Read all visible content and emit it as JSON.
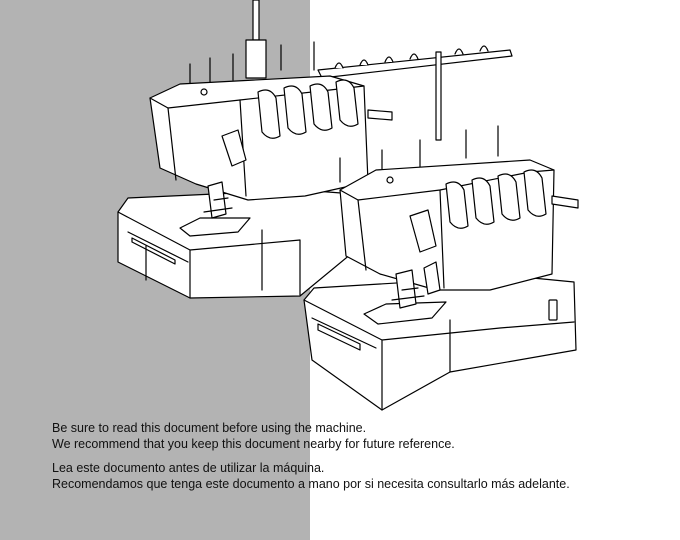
{
  "illustration": {
    "name": "sewing-machines-illustration",
    "machine_count": 2
  },
  "notice": {
    "english": [
      "Be sure to read this document before using the machine.",
      "We recommend that you keep this document nearby for future reference."
    ],
    "spanish": [
      "Lea este documento antes de utilizar la máquina.",
      "Recomendamos que tenga este documento a mano por si necesita consultarlo más adelante."
    ]
  },
  "colors": {
    "panel": "#b3b3b3",
    "background": "#ffffff",
    "line": "#000000"
  }
}
